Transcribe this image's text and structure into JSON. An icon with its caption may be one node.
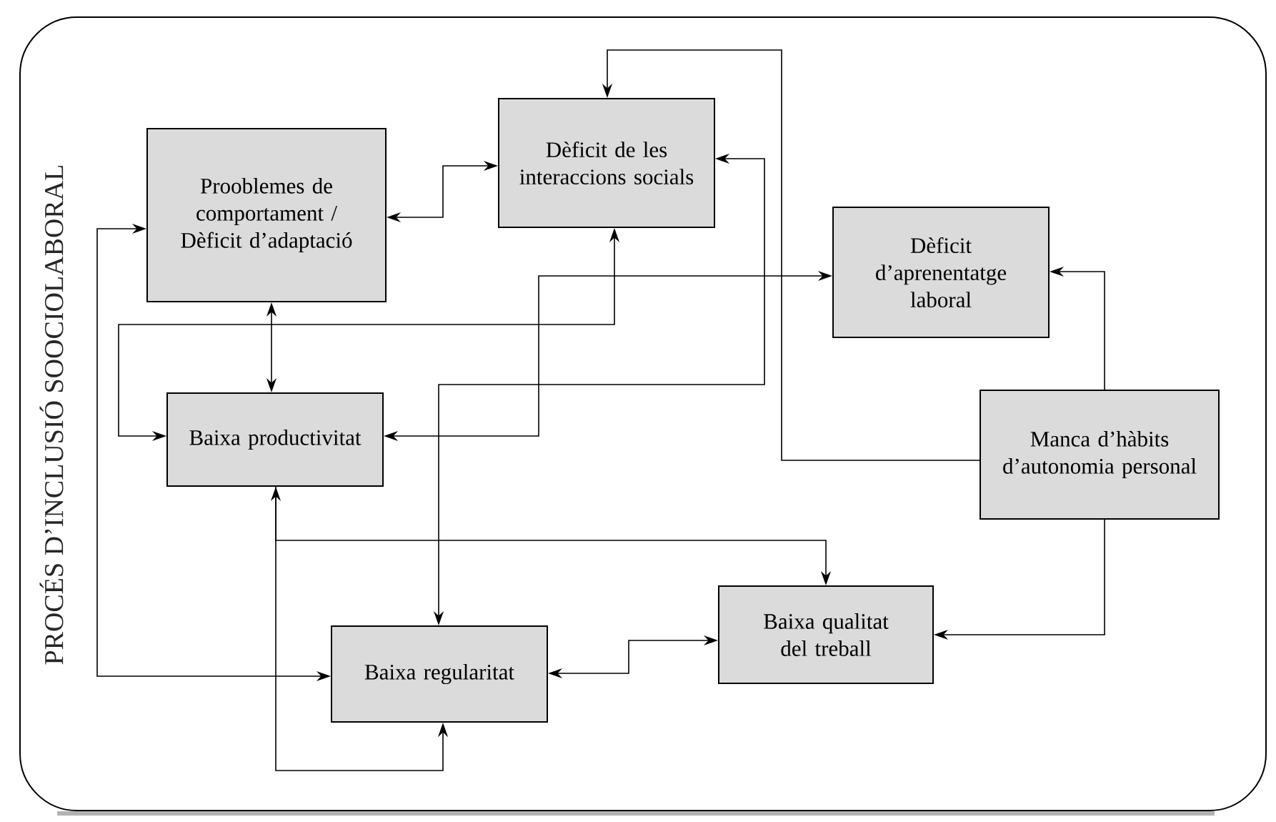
{
  "diagram": {
    "title": "PROCÉS D’INCLUSIÓ SOOCIOLABORAL",
    "nodes": [
      {
        "text": [
          "Prooblemes de comportament / Dèficit d’adaptació"
        ]
      },
      {
        "text": [
          "Dèficit de les interaccions socials"
        ]
      },
      {
        "text": [
          "Dèficit d’aprenentatge laboral"
        ]
      },
      {
        "text": [
          "Baixa productivitat"
        ]
      },
      {
        "text": [
          "Manca d’hàbits d’autonomia personal"
        ]
      },
      {
        "text": [
          "Baixa regularitat"
        ]
      },
      {
        "text": [
          "Baixa qualitat del treball"
        ]
      }
    ],
    "edges": [
      {
        "from": 0,
        "to": 1,
        "arrow": "both"
      },
      {
        "from": 0,
        "to": 3,
        "arrow": "both"
      },
      {
        "from": 4,
        "to": 1,
        "arrow": "to"
      },
      {
        "from": 5,
        "to": 1,
        "arrow": "both"
      },
      {
        "from": 3,
        "to": 1,
        "arrow": "both"
      },
      {
        "from": 3,
        "to": 2,
        "arrow": "both"
      },
      {
        "from": 0,
        "to": 5,
        "arrow": "both"
      },
      {
        "from": 3,
        "to": 5,
        "arrow": "both"
      },
      {
        "from": 3,
        "to": 6,
        "arrow": "to"
      },
      {
        "from": 5,
        "to": 6,
        "arrow": "both"
      },
      {
        "from": 4,
        "to": 6,
        "arrow": "to"
      },
      {
        "from": 4,
        "to": 2,
        "arrow": "to"
      }
    ]
  }
}
